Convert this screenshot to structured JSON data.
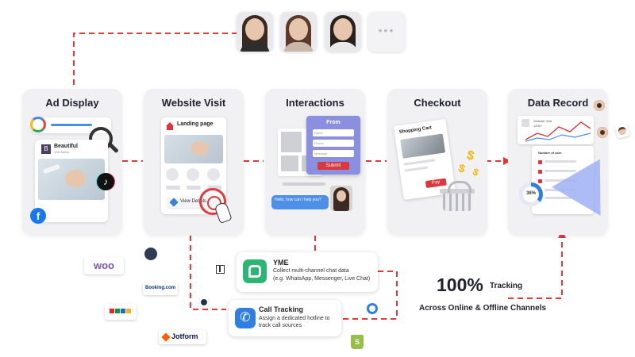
{
  "stages": [
    {
      "title": "Ad Display"
    },
    {
      "title": "Website Visit"
    },
    {
      "title": "Interactions"
    },
    {
      "title": "Checkout"
    },
    {
      "title": "Data Record"
    }
  ],
  "ad_display": {
    "profile_name": "Beautiful",
    "profile_sub": "12th follow"
  },
  "website_visit": {
    "landing_label": "Landing page",
    "cta_label": "View Details"
  },
  "interactions": {
    "form_title": "From",
    "fields": [
      "Name",
      "Phone",
      "Message"
    ],
    "submit_label": "Submit",
    "chat_text": "Hello, how can I help you?"
  },
  "checkout": {
    "cart_title": "Shopping Cart",
    "pay_label": "Pay",
    "dollar_glyph": "$"
  },
  "data_record": {
    "visit_label": "Website Visit",
    "visit_value": "1200+",
    "users_label": "Number of user",
    "percent": "36%"
  },
  "yme": {
    "title": "YME",
    "line1": "Collect multi-channel chat data",
    "line2": "(e.g. WhatsApp, Messenger, Live Chat)"
  },
  "call_tracking": {
    "title": "Call Tracking",
    "line1": "Assign a dedicated hotline to",
    "line2": "track call sources"
  },
  "tracking": {
    "big": "100%",
    "word": "Tracking",
    "sub": "Across Online & Offline Channels"
  },
  "integrations": {
    "woo": "woo",
    "booking": "Booking.com",
    "jotform": "Jotform",
    "more_dots": "•••"
  },
  "colors": {
    "dash": "#e0393e",
    "accent_red": "#d9393e",
    "form_blue": "#8b8fe0",
    "woo_purple": "#7f54b3",
    "yme_green": "#2bb673",
    "call_blue": "#2f7fe0",
    "funnel_blue": "#a9b6f5"
  }
}
